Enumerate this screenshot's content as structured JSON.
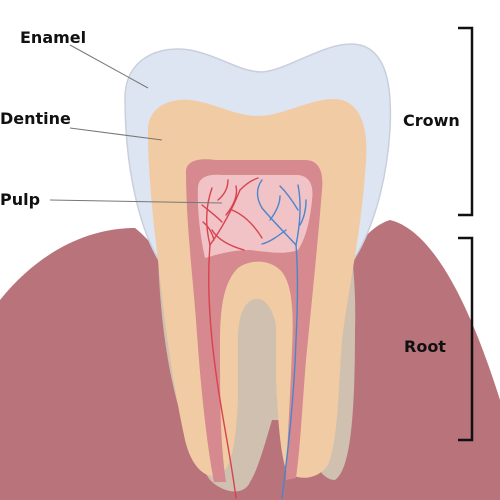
{
  "labels": {
    "enamel": "Enamel",
    "dentine": "Dentine",
    "pulp": "Pulp",
    "crown": "Crown",
    "root": "Root"
  },
  "colors": {
    "gum": "#b8737b",
    "gum_edge": "#a86068",
    "enamel": "#dde4f2",
    "enamel_edge": "#c9cfdd",
    "dentine": "#f0cba3",
    "cementum": "#cfc0b0",
    "pulp_outer": "#d6898e",
    "pulp_inner": "#f1c3c6",
    "artery": "#d9424f",
    "vein": "#4a86cc",
    "leader": "#777777",
    "bracket": "#111111"
  }
}
